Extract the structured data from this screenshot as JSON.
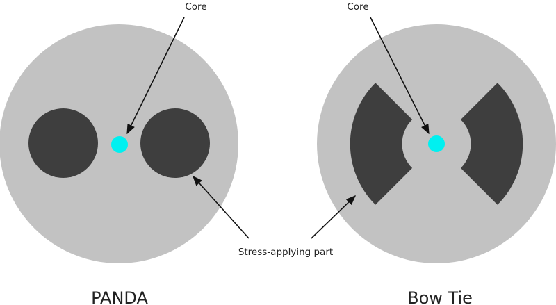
{
  "labels": {
    "core_left": "Core",
    "core_right": "Core",
    "stress": "Stress-applying part",
    "panda": "PANDA",
    "bowtie": "Bow Tie"
  },
  "colors": {
    "cladding": "#c2c2c2",
    "stress_part": "#3e3e3e",
    "core": "#00f0f0",
    "arrow": "#111111"
  }
}
